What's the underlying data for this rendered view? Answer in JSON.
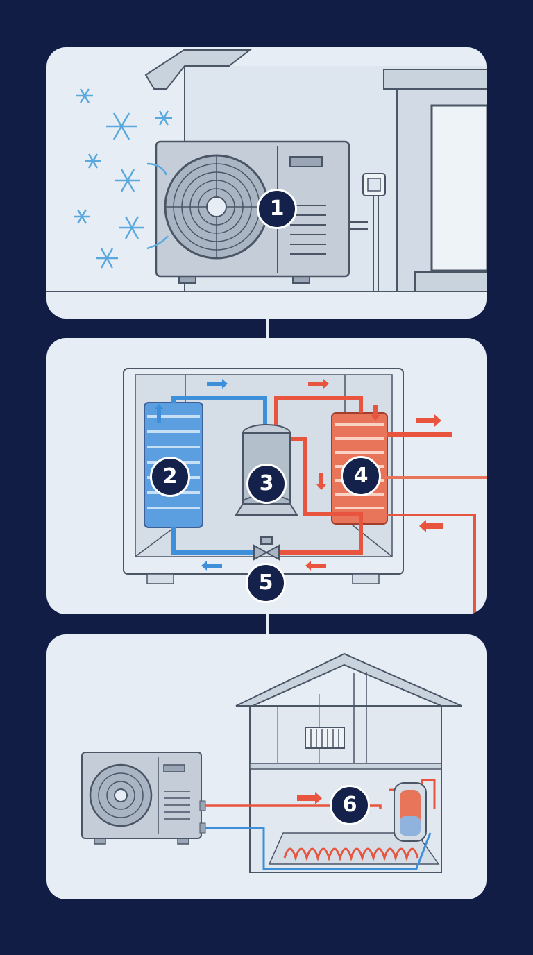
{
  "diagram": {
    "colors": {
      "background": "#111d45",
      "panel": "#e6edf5",
      "cold_loop": "#3d8fd9",
      "hot_loop": "#e8543d",
      "badge": "#13214b"
    },
    "steps": [
      {
        "number": "1",
        "icon": "outdoor-unit-fan-icon"
      },
      {
        "number": "2",
        "icon": "evaporator-coil-icon"
      },
      {
        "number": "3",
        "icon": "compressor-icon"
      },
      {
        "number": "4",
        "icon": "condenser-coil-icon"
      },
      {
        "number": "5",
        "icon": "expansion-valve-icon"
      },
      {
        "number": "6",
        "icon": "hot-water-tank-icon"
      }
    ]
  }
}
